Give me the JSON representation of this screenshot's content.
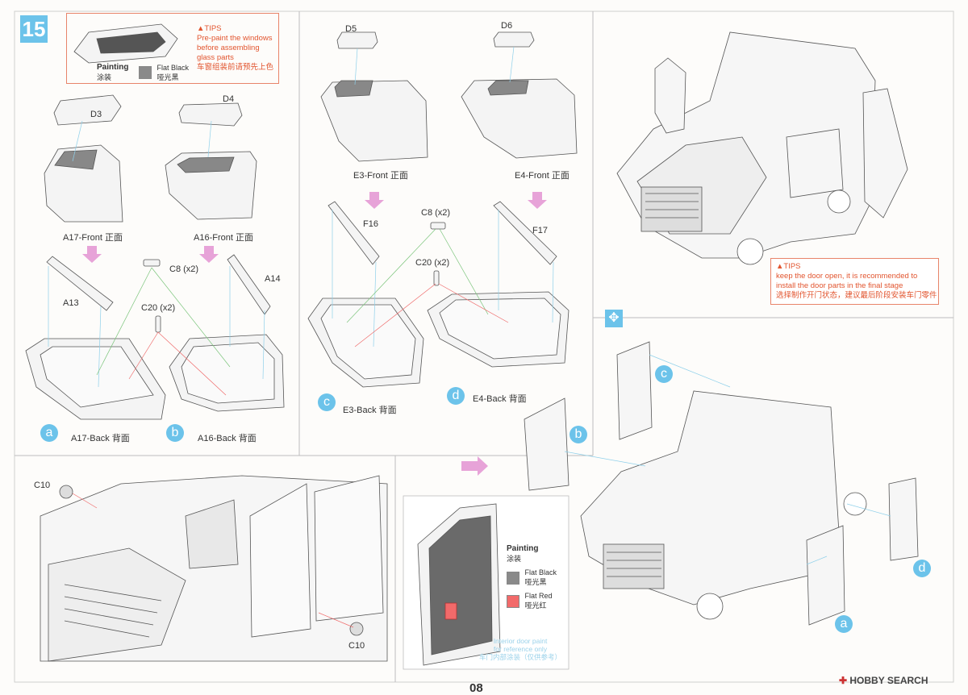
{
  "step": {
    "number": "15"
  },
  "page_number": "08",
  "watermark": "HOBBY SEARCH",
  "tips_top": {
    "title": "▲TIPS",
    "lines": [
      "Pre-paint the windows",
      "before assembling",
      "glass parts",
      "车窗组装前请预先上色"
    ]
  },
  "painting_top": {
    "title": "Painting",
    "subtitle": "涂装",
    "color_name": "Flat Black",
    "color_cn": "哑光黑",
    "color_hex": "#8a8a8a"
  },
  "tips_right": {
    "title": "▲TIPS",
    "lines": [
      "keep the door open, it is recommended to",
      "install the door parts in the final stage",
      "选择制作开门状态，建议最后阶段安装车门零件"
    ]
  },
  "painting_bottom": {
    "title": "Painting",
    "subtitle": "涂装",
    "colors": [
      {
        "name": "Flat Black",
        "cn": "哑光黑",
        "hex": "#8a8a8a"
      },
      {
        "name": "Flat Red",
        "cn": "哑光红",
        "hex": "#f26a6a"
      }
    ],
    "reference": [
      "Interior door paint",
      "for reference only",
      "车门内部涂装（仅供参考）"
    ]
  },
  "parts": {
    "d3": "D3",
    "d4": "D4",
    "d5": "D5",
    "d6": "D6",
    "a13": "A13",
    "a14": "A14",
    "f16": "F16",
    "f17": "F17",
    "c8_left": "C8 (x2)",
    "c20_left": "C20 (x2)",
    "c8_right": "C8 (x2)",
    "c20_right": "C20 (x2)",
    "c10_top": "C10",
    "c10_bottom": "C10"
  },
  "panel_labels": {
    "a17_front": "A17-Front 正面",
    "a16_front": "A16-Front 正面",
    "a17_back": "A17-Back 背面",
    "a16_back": "A16-Back 背面",
    "e3_front": "E3-Front 正面",
    "e4_front": "E4-Front 正面",
    "e3_back": "E3-Back 背面",
    "e4_back": "E4-Back 背面"
  },
  "markers": {
    "a": "a",
    "b": "b",
    "c": "c",
    "d": "d"
  },
  "colors": {
    "accent_blue": "#6cc3ea",
    "accent_pink": "#e7a3d8",
    "tips_red": "#e2552f",
    "line_gray": "#bdbdbd"
  }
}
